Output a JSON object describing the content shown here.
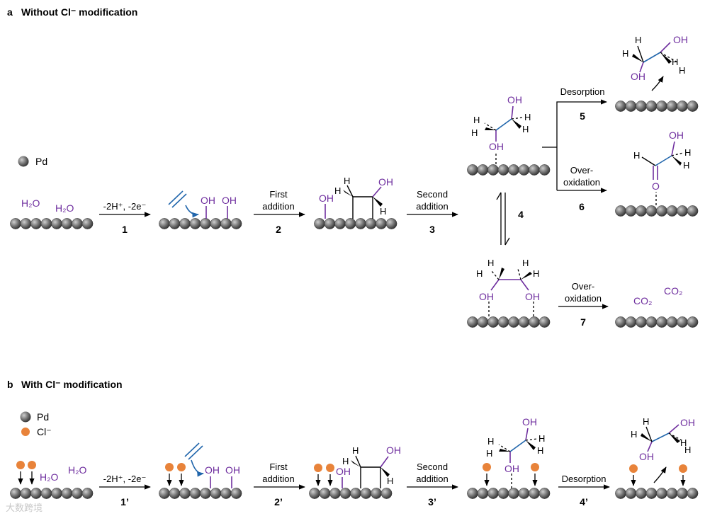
{
  "panel_a": {
    "letter": "a",
    "title": "Without Cl⁻ modification",
    "legend_pd": "Pd",
    "water_1": "H₂O",
    "water_2": "H₂O",
    "oh": "OH",
    "o": "O",
    "h": "H",
    "co2_1": "CO₂",
    "co2_2": "CO₂",
    "step1_label": "-2H⁺, -2e⁻",
    "step1_num": "1",
    "step2_label_1": "First",
    "step2_label_2": "addition",
    "step2_num": "2",
    "step3_label_1": "Second",
    "step3_label_2": "addition",
    "step3_num": "3",
    "step4_num": "4",
    "step5_label": "Desorption",
    "step5_num": "5",
    "step6_label_1": "Over-",
    "step6_label_2": "oxidation",
    "step6_num": "6",
    "step7_label_1": "Over-",
    "step7_label_2": "oxidation",
    "step7_num": "7"
  },
  "panel_b": {
    "letter": "b",
    "title": "With Cl⁻ modification",
    "legend_pd": "Pd",
    "legend_cl": "Cl⁻",
    "water_1": "H₂O",
    "water_2": "H₂O",
    "oh": "OH",
    "h": "H",
    "step1_label": "-2H⁺, -2e⁻",
    "step1_num": "1’",
    "step2_label_1": "First",
    "step2_label_2": "addition",
    "step2_num": "2’",
    "step3_label_1": "Second",
    "step3_label_2": "addition",
    "step3_num": "3’",
    "step4_label": "Desorption",
    "step4_num": "4’"
  },
  "watermark": "大数跨境",
  "colors": {
    "pd_atom": "#7a7a7a",
    "cl_atom": "#e8833a",
    "oxygen_text": "#6f2f9f",
    "carbon_bond": "#2166ac"
  }
}
